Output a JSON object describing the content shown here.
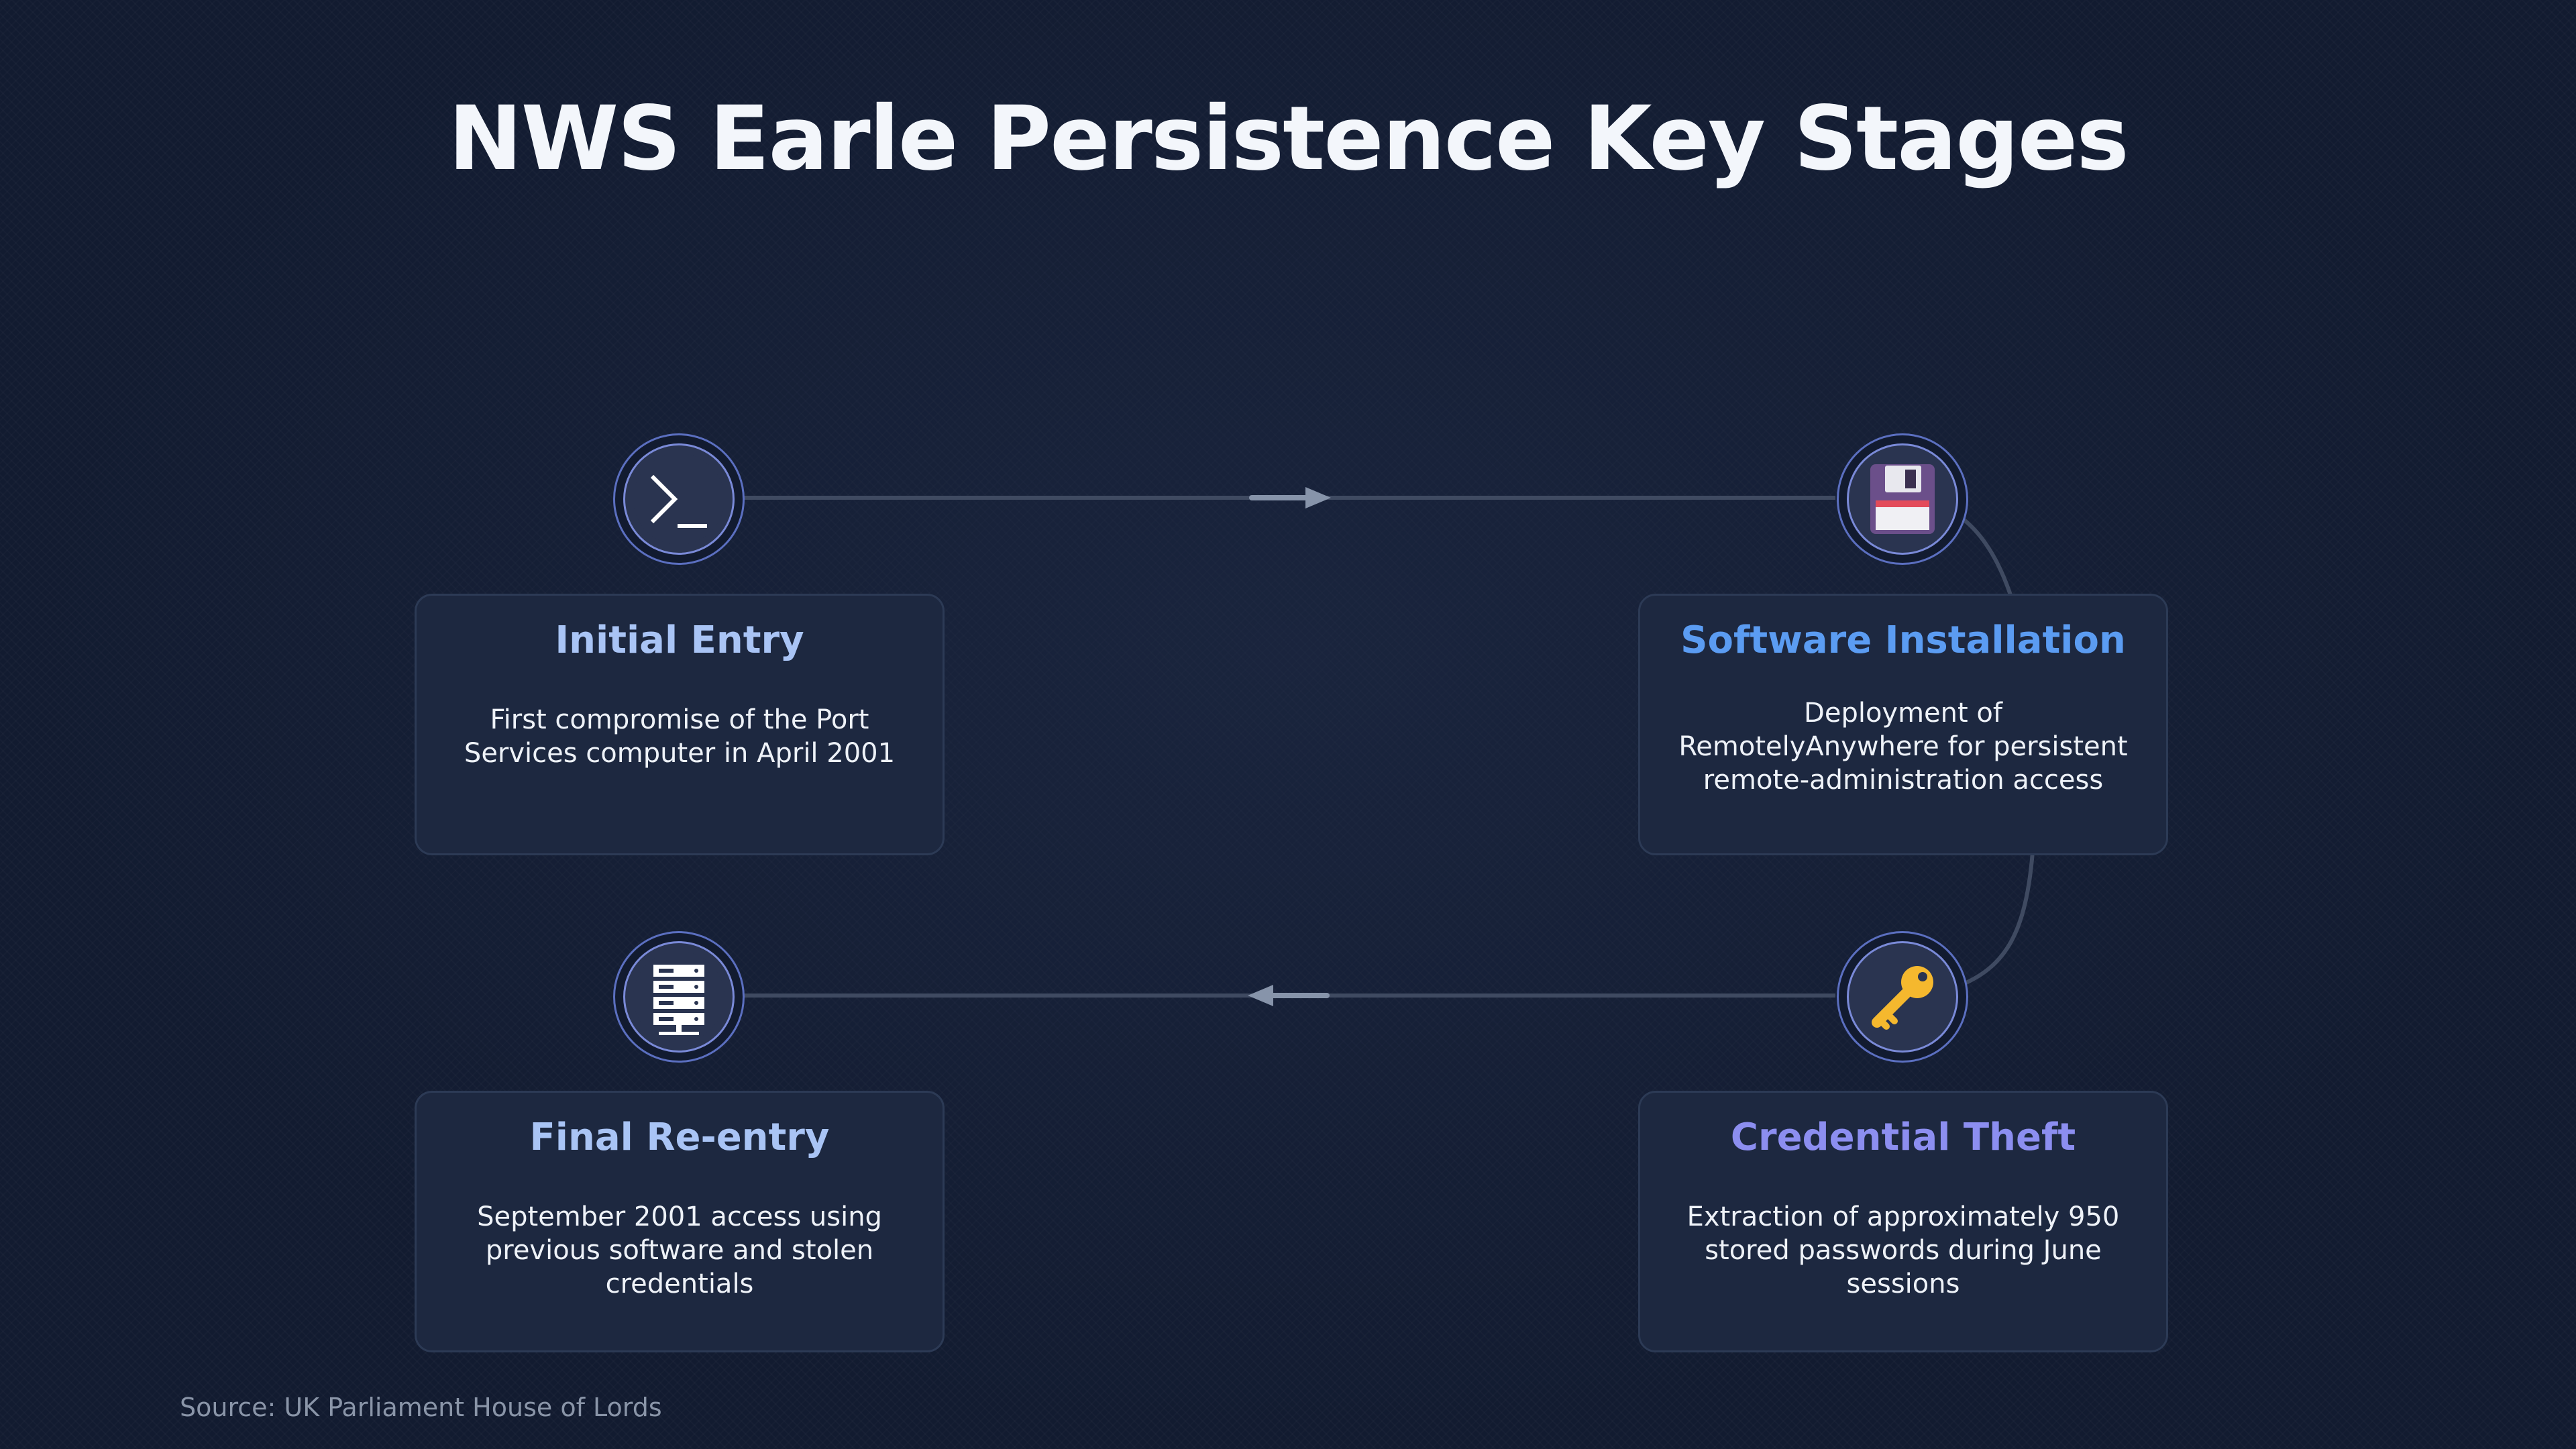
{
  "title": "NWS Earle Persistence Key Stages",
  "source": "Source: UK Parliament House of Lords",
  "stages": [
    {
      "title": "Initial Entry",
      "description": "First compromise of the Port Services computer in April 2001",
      "icon": "terminal-icon",
      "title_color": "#a9c4f5"
    },
    {
      "title": "Software Installation",
      "description": "Deployment of RemotelyAnywhere for persistent remote-administration access",
      "icon": "floppy-disk-icon",
      "title_color": "#5b9cf2"
    },
    {
      "title": "Credential Theft",
      "description": "Extraction of approximately 950 stored passwords during June sessions",
      "icon": "key-icon",
      "title_color": "#8c8ef0"
    },
    {
      "title": "Final Re-entry",
      "description": "September 2001 access using previous software and stolen credentials",
      "icon": "server-icon",
      "title_color": "#a9c4f5"
    }
  ]
}
